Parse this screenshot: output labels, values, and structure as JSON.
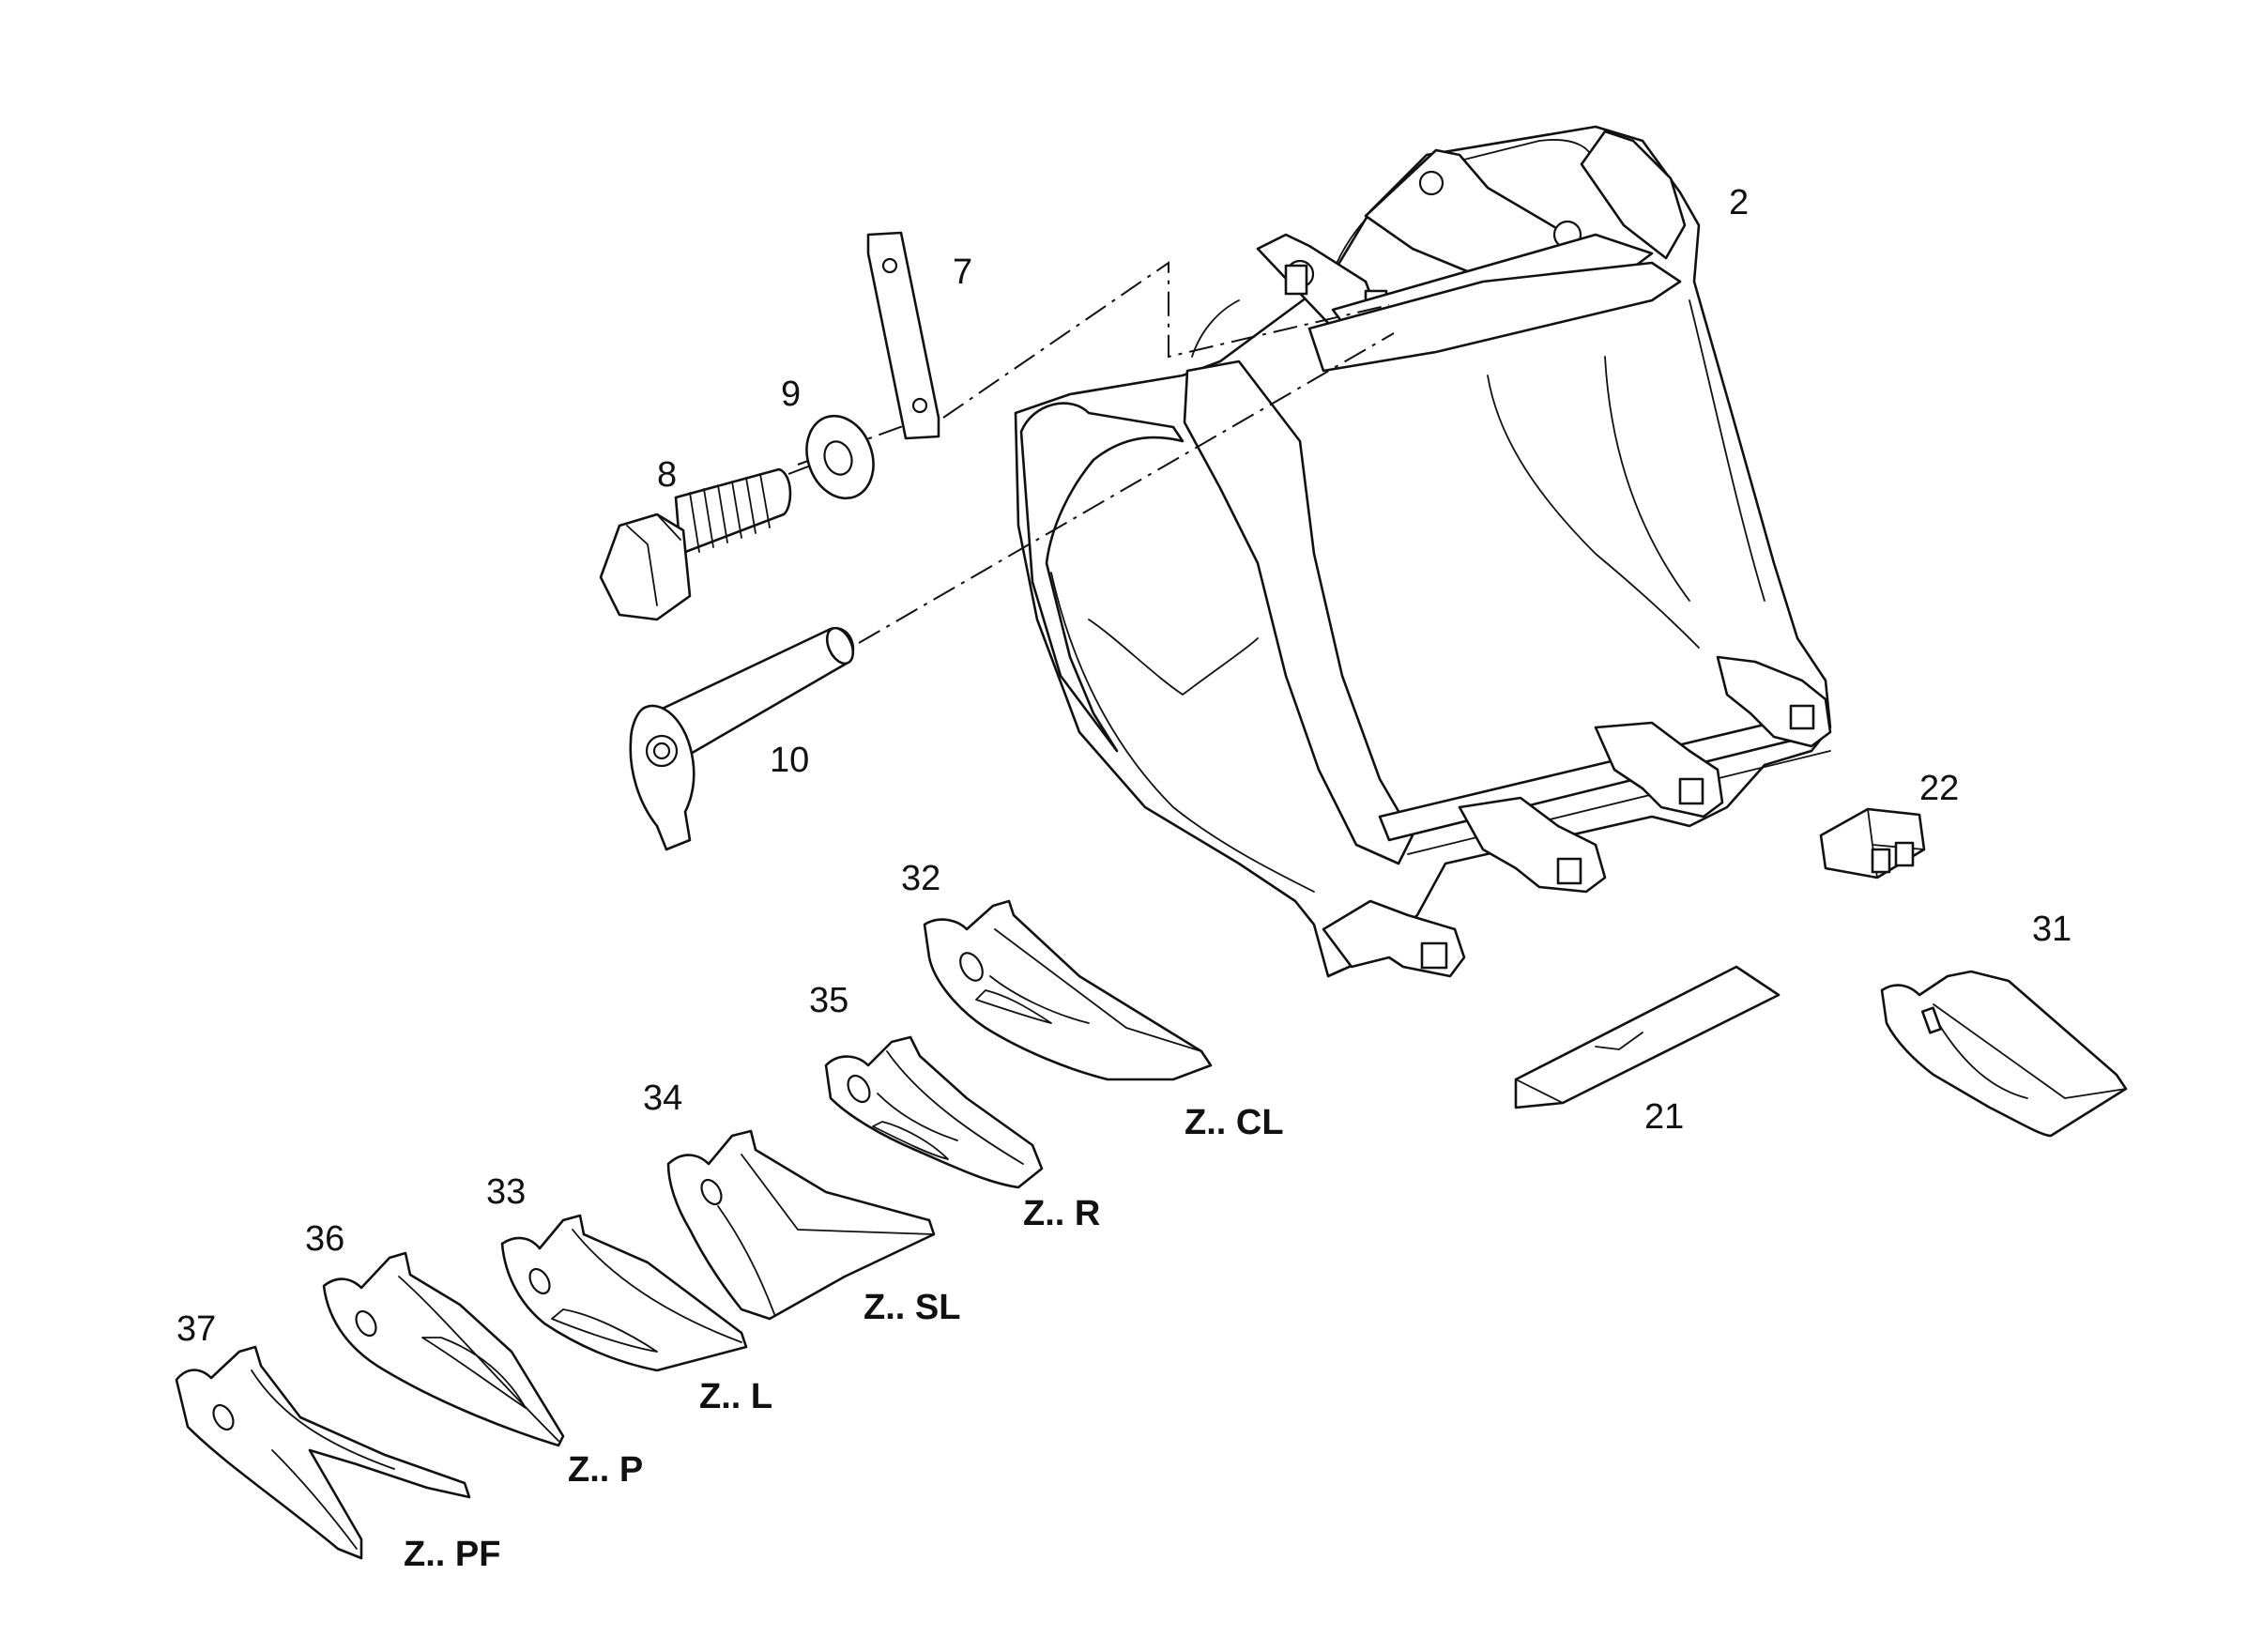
{
  "labels": {
    "n2": "2",
    "n7": "7",
    "n8": "8",
    "n9": "9",
    "n10": "10",
    "n21": "21",
    "n22": "22",
    "n31": "31",
    "n32": "32",
    "n33": "33",
    "n34": "34",
    "n35": "35",
    "n36": "36",
    "n37": "37"
  },
  "tooth_types": {
    "cl": "Z.. CL",
    "r": "Z.. R",
    "sl": "Z.. SL",
    "l": "Z.. L",
    "p": "Z.. P",
    "pf": "Z.. PF"
  },
  "colors": {
    "line": "#111111",
    "background": "#ffffff"
  }
}
